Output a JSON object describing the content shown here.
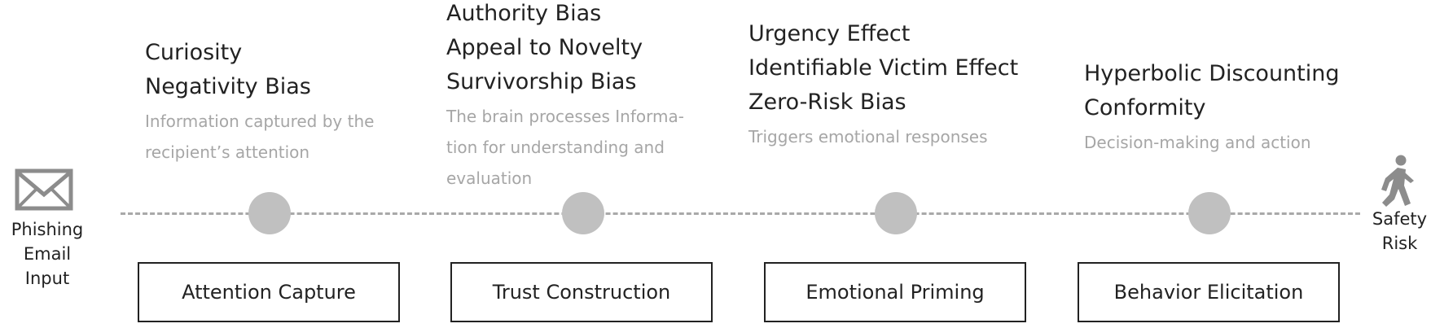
{
  "input": {
    "icon": "envelope-icon",
    "label_line1": "Phishing",
    "label_line2": "Email Input"
  },
  "output": {
    "icon": "walking-person-icon",
    "label_line1": "Safety",
    "label_line2": "Risk"
  },
  "stages": [
    {
      "name": "Attention Capture",
      "biases": [
        "Curiosity",
        "Negativity Bias"
      ],
      "description": "Information captured by the recipient’s attention"
    },
    {
      "name": "Trust Construction",
      "biases": [
        "Authority Bias",
        "Appeal to Novelty",
        "Survivorship Bias"
      ],
      "description": "The brain processes Informa-tion for understanding and evaluation"
    },
    {
      "name": "Emotional Priming",
      "biases": [
        "Urgency Effect",
        "Identifiable Victim Effect",
        "Zero-Risk Bias"
      ],
      "description": "Triggers emotional responses"
    },
    {
      "name": "Behavior Elicitation",
      "biases": [
        "Hyperbolic Discounting",
        "Conformity"
      ],
      "description": "Decision-making and action"
    }
  ],
  "colors": {
    "node": "#c0c0c0",
    "dashed_line": "#a9a9a9",
    "description_text": "#a6a6a6",
    "text": "#222222",
    "icon": "#8c8c8c"
  }
}
